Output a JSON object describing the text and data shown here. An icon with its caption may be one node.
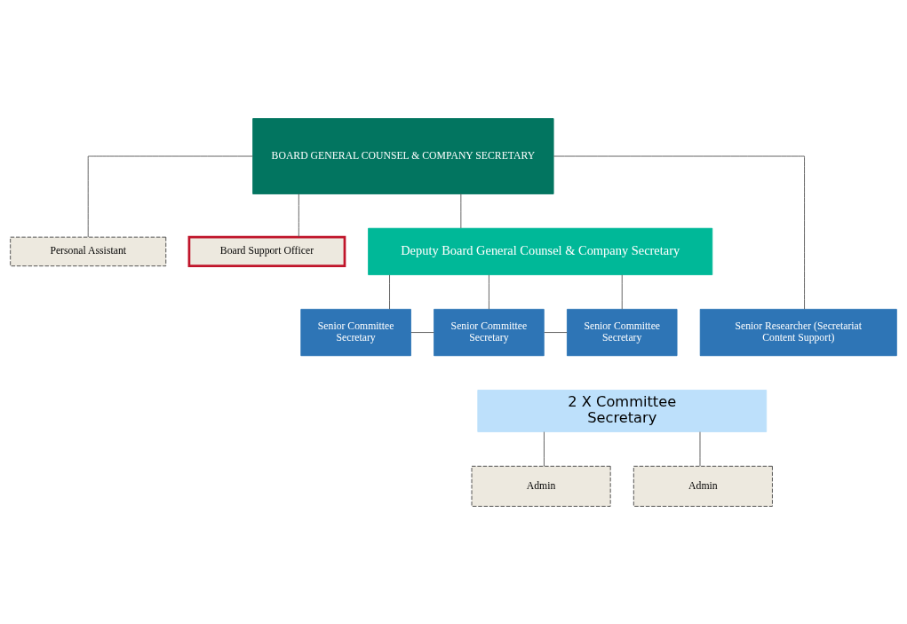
{
  "diagram": {
    "nodes": [
      {
        "text": [
          "BOARD GENERAL COUNSEL & COMPANY SECRETARY"
        ]
      },
      {
        "text": [
          "Personal Assistant"
        ]
      },
      {
        "text": [
          "Board Support Officer"
        ]
      },
      {
        "text": [
          "Deputy Board General Counsel & Company Secretary"
        ]
      },
      {
        "text": [
          "Senior Committee Secretary"
        ]
      },
      {
        "text": [
          "Senior Committee Secretary"
        ]
      },
      {
        "text": [
          "Senior Committee Secretary"
        ]
      },
      {
        "text": [
          "Senior Researcher (Secretariat Content Support)"
        ]
      },
      {
        "text": [
          "2 X Committee Secretary"
        ]
      },
      {
        "text": [
          "Admin"
        ]
      },
      {
        "text": [
          "Admin"
        ]
      }
    ],
    "edges": [
      {
        "from": 0,
        "to": 3,
        "arrow": "none"
      },
      {
        "from": 0,
        "to": 1,
        "arrow": "none"
      },
      {
        "from": 0,
        "to": 2,
        "arrow": "none"
      },
      {
        "from": 0,
        "to": 7,
        "arrow": "none"
      },
      {
        "from": 3,
        "to": 4,
        "arrow": "none"
      },
      {
        "from": 3,
        "to": 5,
        "arrow": "none"
      },
      {
        "from": 3,
        "to": 6,
        "arrow": "none"
      },
      {
        "from": 4,
        "to": 5,
        "arrow": "none"
      },
      {
        "from": 5,
        "to": 6,
        "arrow": "none"
      },
      {
        "from": 8,
        "to": 9,
        "arrow": "none"
      },
      {
        "from": 8,
        "to": 10,
        "arrow": "none"
      }
    ]
  }
}
